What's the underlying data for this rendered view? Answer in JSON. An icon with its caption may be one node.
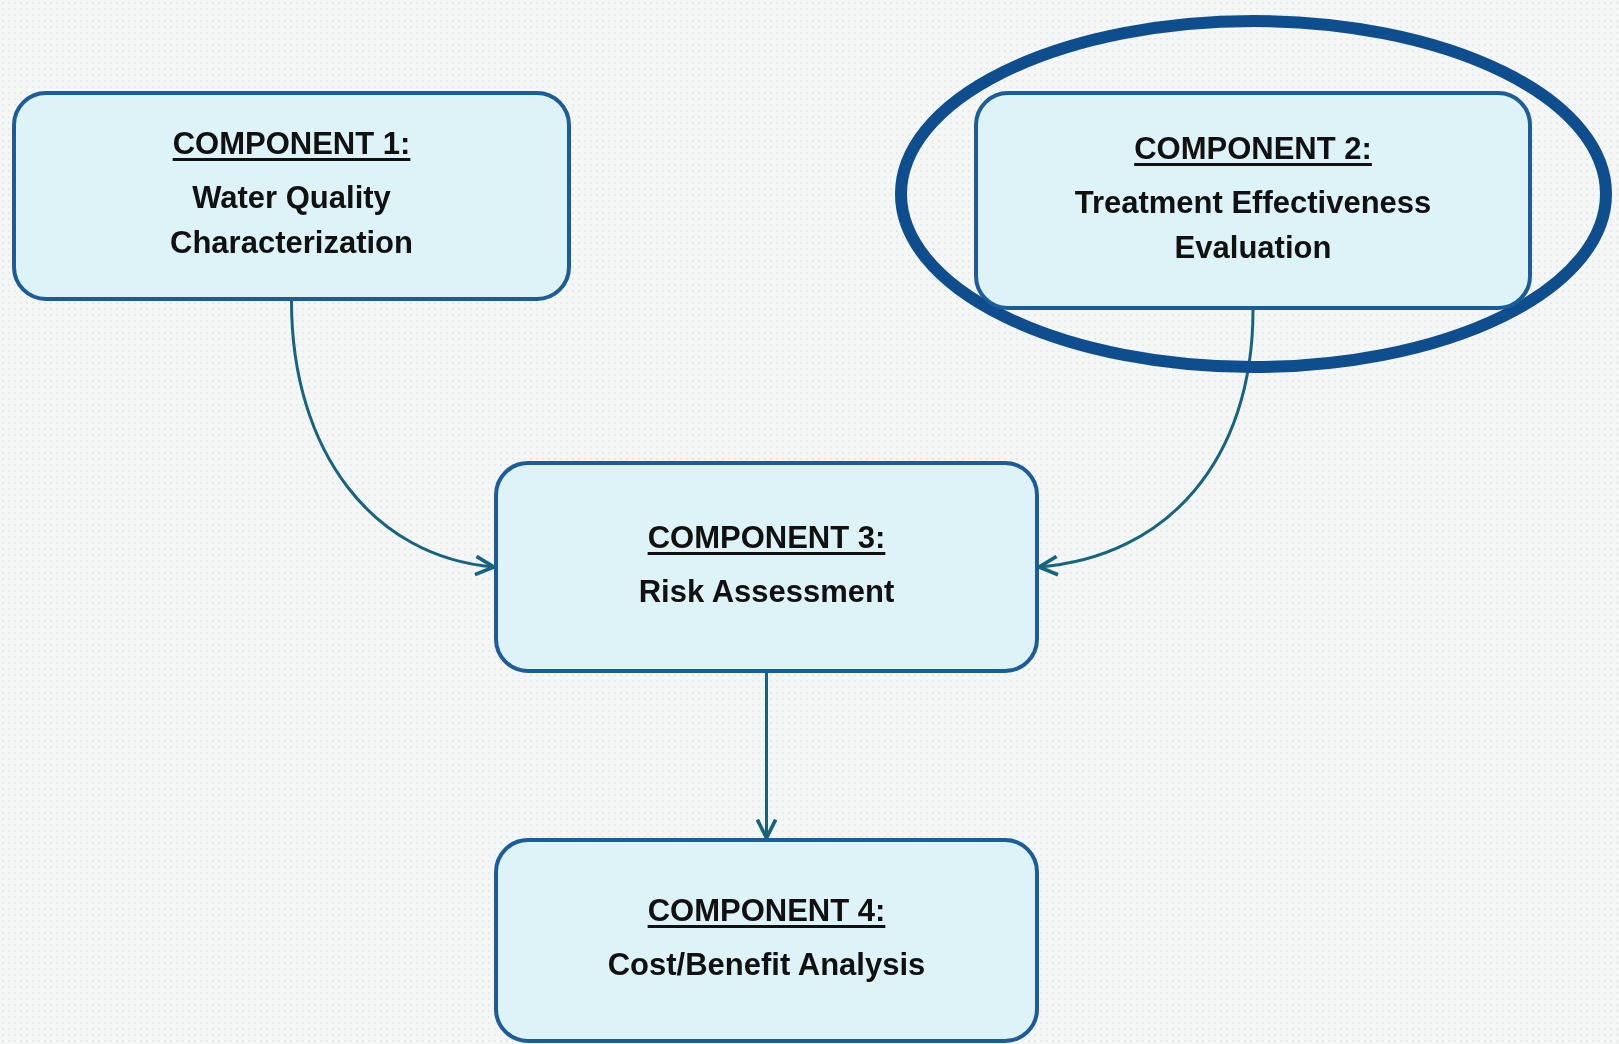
{
  "diagram": {
    "nodes": [
      {
        "text": [
          "COMPONENT 1:",
          "Water Quality Characterization"
        ]
      },
      {
        "text": [],
        "shape": "ellipse"
      },
      {
        "text": [
          "COMPONENT 2:",
          "Treatment Effectiveness Evaluation"
        ],
        "in": 1
      },
      {
        "text": [
          "COMPONENT 3:",
          "Risk Assessment"
        ]
      },
      {
        "text": [
          "COMPONENT 4:",
          "Cost/Benefit Analysis"
        ]
      }
    ],
    "edges": [
      {
        "from": 0,
        "to": 3,
        "arrow": "to"
      },
      {
        "from": 2,
        "to": 3,
        "arrow": "to"
      },
      {
        "from": 3,
        "to": 4,
        "arrow": "to"
      }
    ]
  }
}
